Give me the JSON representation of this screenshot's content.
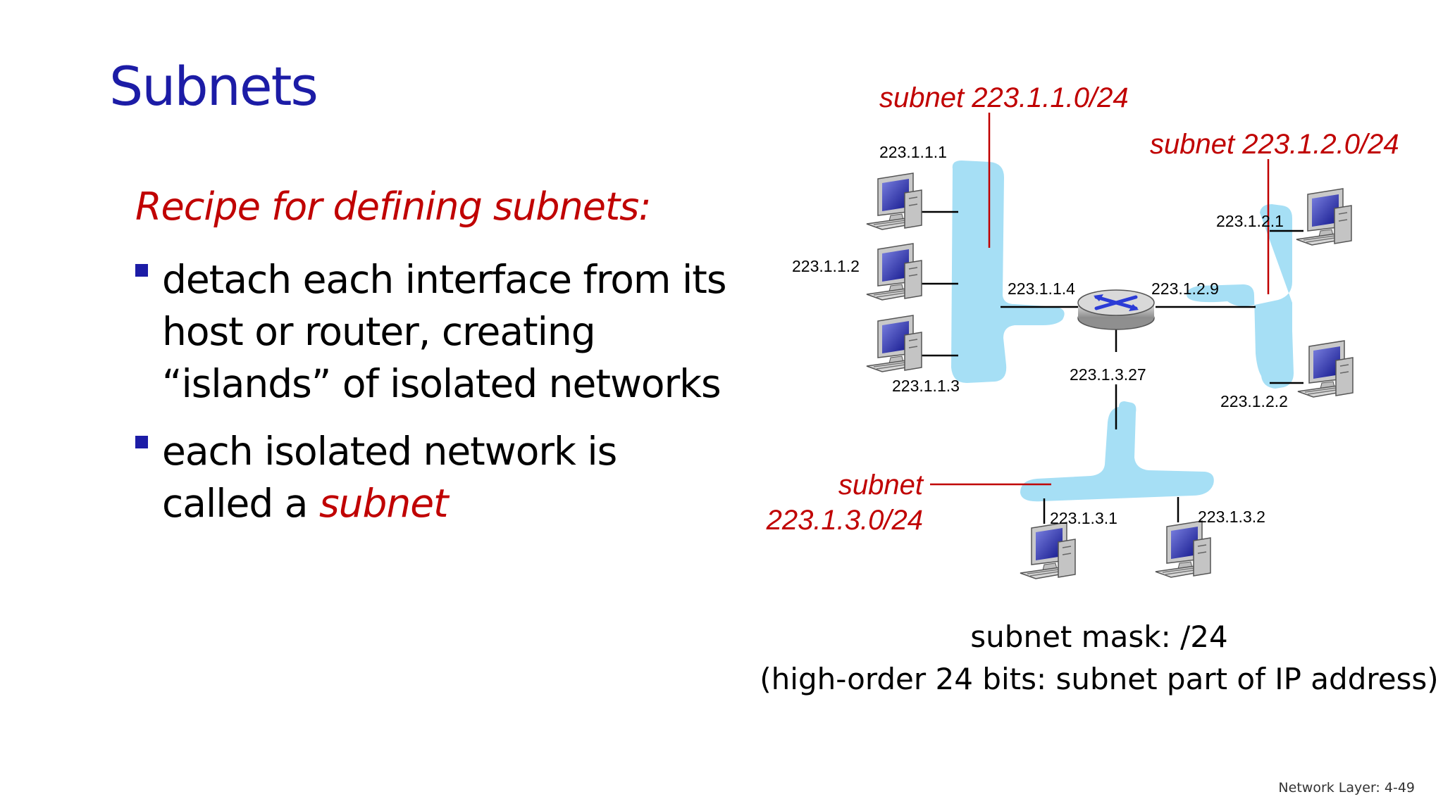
{
  "slide": {
    "title": "Subnets",
    "recipe_heading": "Recipe for defining subnets:",
    "bullets": [
      {
        "lines": [
          "detach each interface from its",
          "host or router, creating",
          "“islands” of isolated networks"
        ]
      },
      {
        "line1": "each isolated network is",
        "line2_prefix": "called a ",
        "line2_highlight": "subnet"
      }
    ],
    "caption_line1": "subnet mask: /24",
    "caption_line2": "(high-order 24 bits: subnet part of IP address)",
    "footer": "Network Layer: 4-49"
  },
  "diagram": {
    "subnet_labels": {
      "subnet1": "subnet 223.1.1.0/24",
      "subnet2": "subnet 223.1.2.0/24",
      "subnet3_word": "subnet",
      "subnet3_addr": "223.1.3.0/24"
    },
    "addresses": {
      "h111": "223.1.1.1",
      "h112": "223.1.1.2",
      "h113": "223.1.1.3",
      "r114": "223.1.1.4",
      "r129": "223.1.2.9",
      "h121": "223.1.2.1",
      "h122": "223.1.2.2",
      "r1327": "223.1.3.27",
      "h131": "223.1.3.1",
      "h132": "223.1.3.2"
    },
    "colors": {
      "island": "#a6dff5",
      "subnet_label": "#c00000",
      "title": "#1c1ca6"
    }
  }
}
